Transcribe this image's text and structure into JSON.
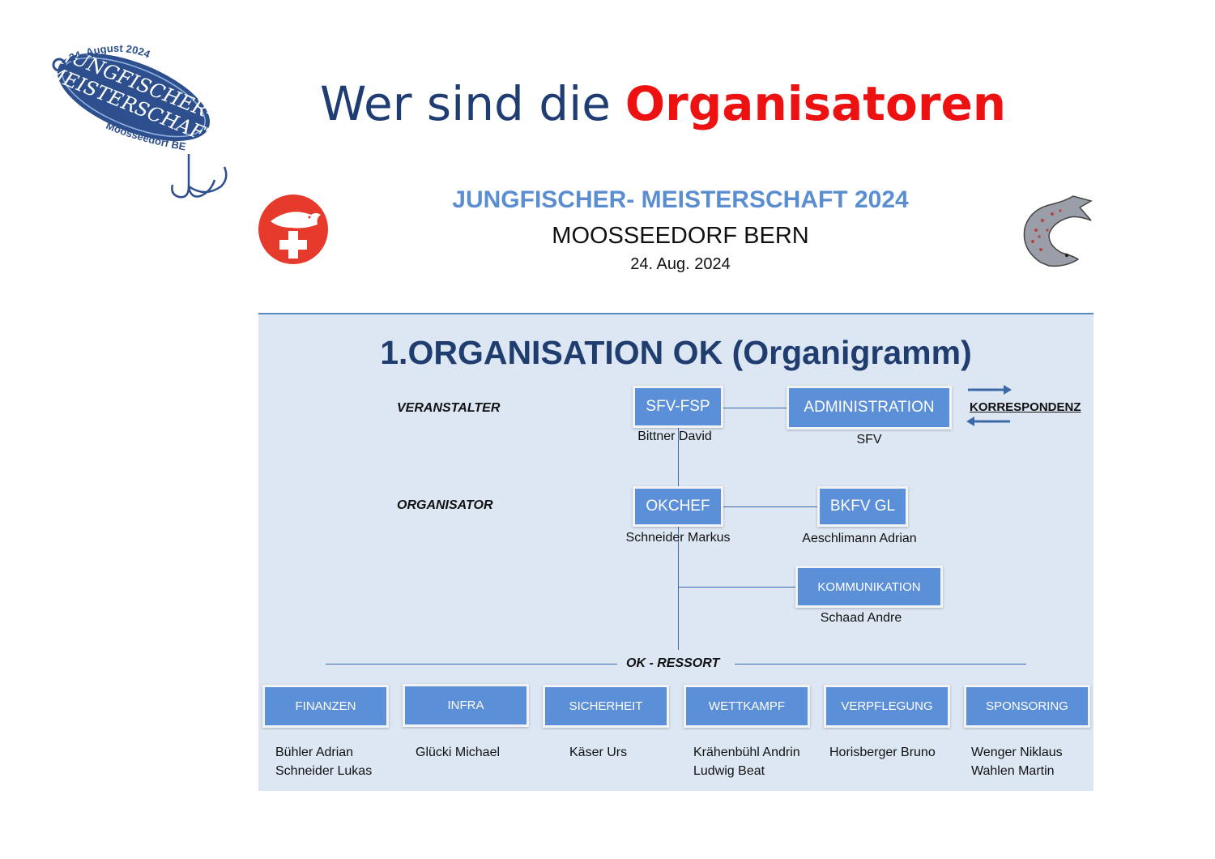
{
  "logo": {
    "date": "24. August 2024",
    "line1": "JUNGFISCHER-",
    "line2": "MEISTERSCHAFT",
    "place": "Moosseedorf BE"
  },
  "headline": {
    "part1": "Wer sind die",
    "part2": "Organisatoren"
  },
  "event": {
    "title": "JUNGFISCHER- MEISTERSCHAFT 2024",
    "place": "MOOSSEEDORF BERN",
    "date": "24. Aug. 2024"
  },
  "org": {
    "title": "1.ORGANISATION OK (Organigramm)",
    "levels": {
      "veranstalter": "VERANSTALTER",
      "organisator": "ORGANISATOR",
      "ressort": "OK - RESSORT"
    },
    "korrespondenz": "KORRESPONDENZ",
    "top": [
      {
        "label": "SFV-FSP",
        "person": "Bittner David"
      },
      {
        "label": "ADMINISTRATION",
        "person": "SFV"
      }
    ],
    "middle": [
      {
        "label": "OKCHEF",
        "person": "Schneider Markus"
      },
      {
        "label": "BKFV GL",
        "person": "Aeschlimann Adrian"
      }
    ],
    "kommunikation": {
      "label": "KOMMUNIKATION",
      "person": "Schaad Andre"
    },
    "ressorts": [
      {
        "label": "FINANZEN",
        "people": [
          "Bühler Adrian",
          "Schneider Lukas"
        ]
      },
      {
        "label": "INFRA",
        "people": [
          "Glücki Michael"
        ]
      },
      {
        "label": "SICHERHEIT",
        "people": [
          "Käser Urs"
        ]
      },
      {
        "label": "WETTKAMPF",
        "people": [
          "Krähenbühl Andrin",
          "Ludwig Beat"
        ]
      },
      {
        "label": "VERPFLEGUNG",
        "people": [
          "Horisberger Bruno"
        ]
      },
      {
        "label": "SPONSORING",
        "people": [
          "Wenger Niklaus",
          "Wahlen Martin"
        ]
      }
    ]
  },
  "colors": {
    "headline_blue": "#1f3d72",
    "headline_red": "#ee1111",
    "box_blue": "#5b8fd8",
    "panel_bg": "#dde7f3",
    "logo_blue": "#2d4f8e",
    "emblem_red": "#e53a2c"
  },
  "icons": [
    "fishing-lure-logo",
    "swiss-fishing-emblem-icon",
    "trout-icon",
    "arrow-right-icon",
    "arrow-left-icon"
  ]
}
